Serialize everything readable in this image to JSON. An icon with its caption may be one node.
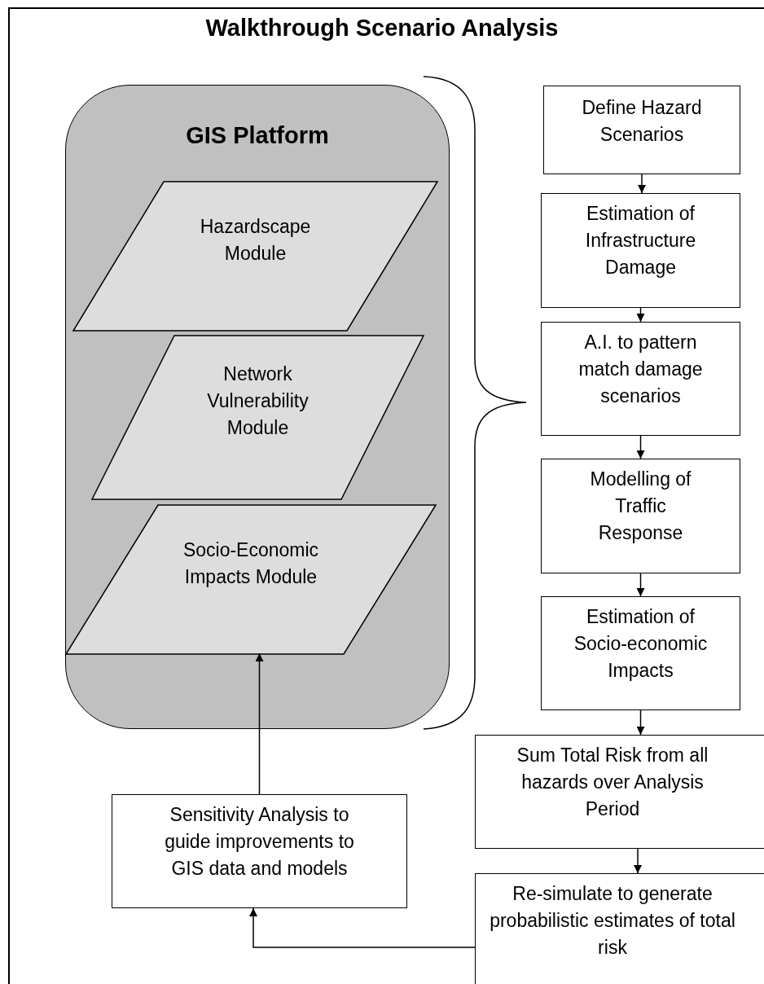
{
  "diagram": {
    "title": "Walkthrough Scenario Analysis",
    "nodes": [
      {
        "text": [
          "GIS Platform"
        ]
      },
      {
        "text": [
          "Hazardscape Module"
        ],
        "in": 0
      },
      {
        "text": [
          "Network Vulnerability Module"
        ],
        "in": 0
      },
      {
        "text": [
          "Socio-Economic Impacts Module"
        ],
        "in": 0
      },
      {
        "text": [
          "Define Hazard Scenarios"
        ]
      },
      {
        "text": [
          "Estimation of Infrastructure Damage"
        ]
      },
      {
        "text": [
          "A.I. to pattern match damage scenarios"
        ]
      },
      {
        "text": [
          "Modelling of Traffic Response"
        ]
      },
      {
        "text": [
          "Estimation of Socio-economic Impacts"
        ]
      },
      {
        "text": [
          "Sum Total Risk from all hazards over Analysis Period"
        ]
      },
      {
        "text": [
          "Re-simulate to generate probabilistic estimates of total risk"
        ]
      },
      {
        "text": [
          "Sensitivity Analysis to guide improvements to GIS data and models"
        ]
      }
    ],
    "edges": [
      {
        "from": 4,
        "to": 5,
        "arrow": "to"
      },
      {
        "from": 5,
        "to": 6,
        "arrow": "to"
      },
      {
        "from": 6,
        "to": 7,
        "arrow": "to"
      },
      {
        "from": 7,
        "to": 8,
        "arrow": "to"
      },
      {
        "from": 8,
        "to": 9,
        "arrow": "to"
      },
      {
        "from": 9,
        "to": 10,
        "arrow": "to"
      },
      {
        "from": 10,
        "to": 11,
        "arrow": "to"
      },
      {
        "from": 11,
        "to": 3,
        "arrow": "to"
      }
    ]
  }
}
